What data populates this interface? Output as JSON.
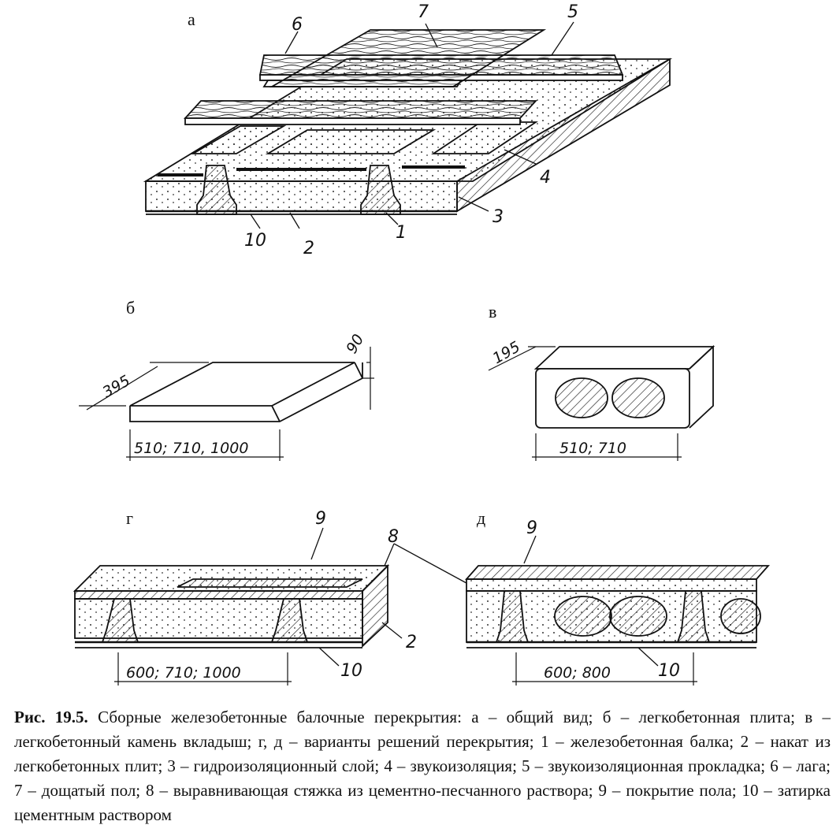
{
  "panels": {
    "a": {
      "letter": "а"
    },
    "b": {
      "letter": "б",
      "dims": {
        "length": "510; 710, 1000",
        "width": "395",
        "height": "90"
      }
    },
    "v": {
      "letter": "в",
      "dims": {
        "length": "510; 710",
        "width": "195"
      }
    },
    "g": {
      "letter": "г",
      "dims": {
        "length": "600; 710; 1000"
      }
    },
    "d": {
      "letter": "д",
      "dims": {
        "length": "600; 800"
      }
    }
  },
  "callouts": {
    "n1": "1",
    "n2": "2",
    "n3": "3",
    "n4": "4",
    "n5": "5",
    "n6": "6",
    "n7": "7",
    "n8": "8",
    "n9": "9",
    "n10": "10"
  },
  "caption": {
    "label": "Рис. 19.5.",
    "text": "Сборные железобетонные балочные перекрытия: а – общий вид; б – легкобетонная плита; в – легкобетонный камень вкладыш; г, д – варианты решений перекрытия; 1 – железобетонная балка; 2 – накат из легкобетонных плит; 3 – гидроизоляционный слой; 4 – звукоизоляция; 5 – звукоизоляционная прокладка; 6 – лага; 7 – дощатый пол; 8 – выравнивающая стяжка из цементно-песчанного раствора; 9 – покрытие пола; 10 – затирка цементным раствором"
  }
}
